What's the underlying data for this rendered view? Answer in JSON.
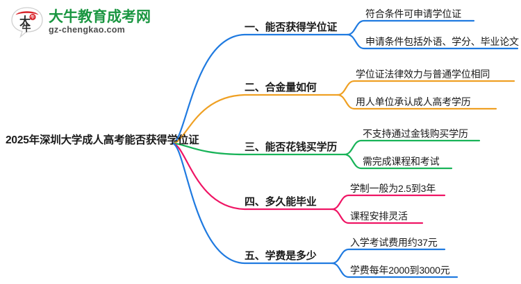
{
  "logo": {
    "mark_text": "大牛",
    "title": "大牛教育成考网",
    "subtitle": "gz-chengkao.com",
    "title_color": "#1a9641",
    "accent_color": "#d9262c"
  },
  "mindmap": {
    "root": {
      "label": "2025年深圳大学成人高考能否获得学位证"
    },
    "branches": [
      {
        "label": "一、能否获得学位证",
        "color": "#1f7ae0",
        "children": [
          {
            "label": "符合条件可申请学位证"
          },
          {
            "label": "申请条件包括外语、学分、毕业论文"
          }
        ]
      },
      {
        "label": "二、合金量如何",
        "color": "#efa023",
        "children": [
          {
            "label": "学位证法律效力与普通学位相同"
          },
          {
            "label": "用人单位承认成人高考学历"
          }
        ]
      },
      {
        "label": "三、能否花钱买学历",
        "color": "#18b358",
        "children": [
          {
            "label": "不支持通过金钱购买学历"
          },
          {
            "label": "需完成课程和考试"
          }
        ]
      },
      {
        "label": "四、多久能毕业",
        "color": "#ef1464",
        "children": [
          {
            "label": "学制一般为2.5到3年"
          },
          {
            "label": "课程安排灵活"
          }
        ]
      },
      {
        "label": "五、学费是多少",
        "color": "#1f7ae0",
        "children": [
          {
            "label": "入学考试费用约37元"
          },
          {
            "label": "学费每年2000到3000元"
          }
        ]
      }
    ]
  }
}
